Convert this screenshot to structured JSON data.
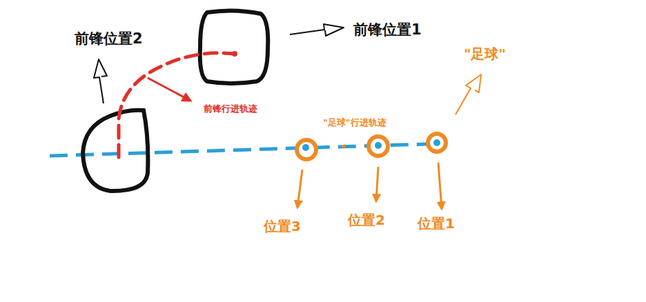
{
  "diagram": {
    "labels": [
      "前锋位置2",
      "前锋位置1",
      "\"足球\"",
      "前锋行进轨迹",
      "\"足球\"行进轨迹",
      "位置3",
      "位置2",
      "位置1"
    ]
  }
}
